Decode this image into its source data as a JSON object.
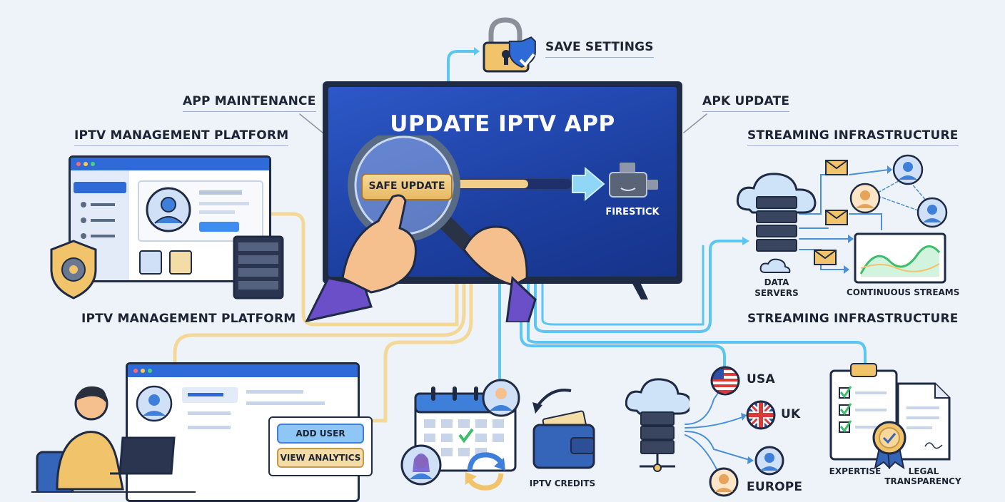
{
  "top": {
    "save_settings": "SAVE SETTINGS",
    "app_maintenance": "APP MAINTENANCE",
    "apk_update": "APK UPDATE"
  },
  "tv": {
    "title": "UPDATE IPTV APP",
    "safe_update": "SAFE UPDATE",
    "firestick": "FIRESTICK"
  },
  "left": {
    "platform_top": "IPTV MANAGEMENT PLATFORM",
    "platform_bottom": "IPTV MANAGEMENT PLATFORM"
  },
  "right": {
    "infra_top": "STREAMING INFRASTRUCTURE",
    "infra_bottom": "STREAMING INFRASTRUCTURE",
    "data_servers_1": "DATA",
    "data_servers_2": "SERVERS",
    "continuous_streams": "CONTINUOUS STREAMS"
  },
  "bottom": {
    "add_user": "ADD USER",
    "view_analytics": "VIEW ANALYTICS",
    "iptv_credits": "IPTV CREDITS",
    "usa": "USA",
    "uk": "UK",
    "europe": "EUROPE",
    "expertise": "EXPERTISE",
    "legal_1": "LEGAL",
    "legal_2": "TRANSPARENCY"
  },
  "colors": {
    "accent_blue": "#2f6bd8",
    "screen_blue": "#1c3fa0",
    "gold": "#e7b962",
    "cyan_line": "#5bc6f2",
    "cream_line": "#f3d898"
  }
}
